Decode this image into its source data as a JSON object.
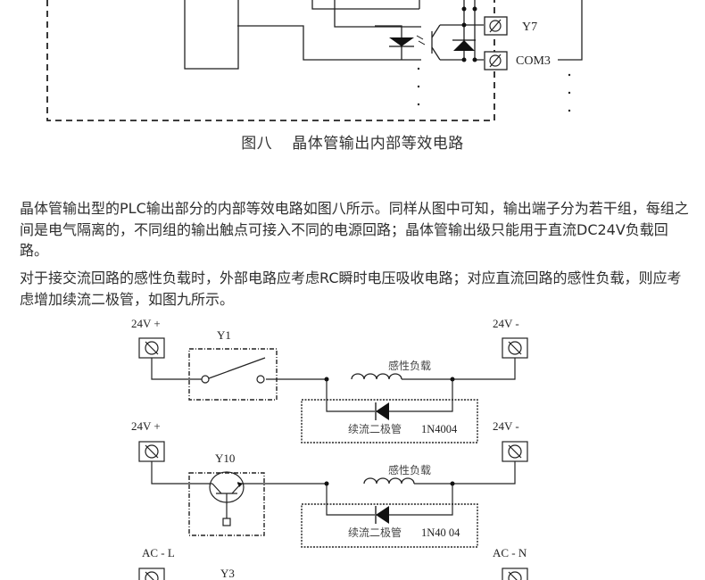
{
  "figure8": {
    "terminals": [
      "Y7",
      "COM3"
    ],
    "caption_number": "图八",
    "caption_title": "晶体管输出内部等效电路"
  },
  "paragraphs": [
    "晶体管输出型的PLC输出部分的内部等效电路如图八所示。同样从图中可知，输出端子分为若干组，每组之间是电气隔离的，不同组的输出触点可接入不同的电源回路；晶体管输出级只能用于直流DC24V负载回路。",
    "对于接交流回路的感性负载时，外部电路应考虑RC瞬时电压吸收电路；对应直流回路的感性负载，则应考虑增加续流二极管，如图九所示。"
  ],
  "figure9": {
    "circuits": [
      {
        "left_terminal": "24V +",
        "right_terminal": "24V -",
        "switch_label": "Y1",
        "load_label": "感性负载",
        "diode_label": "续流二极管",
        "diode_model": "1N4004"
      },
      {
        "left_terminal": "24V +",
        "right_terminal": "24V -",
        "switch_label": "Y10",
        "load_label": "感性负载",
        "diode_label": "续流二极管",
        "diode_model": "1N40 04"
      },
      {
        "left_terminal": "AC - L",
        "right_terminal": "AC - N",
        "switch_label": "Y3"
      }
    ]
  }
}
